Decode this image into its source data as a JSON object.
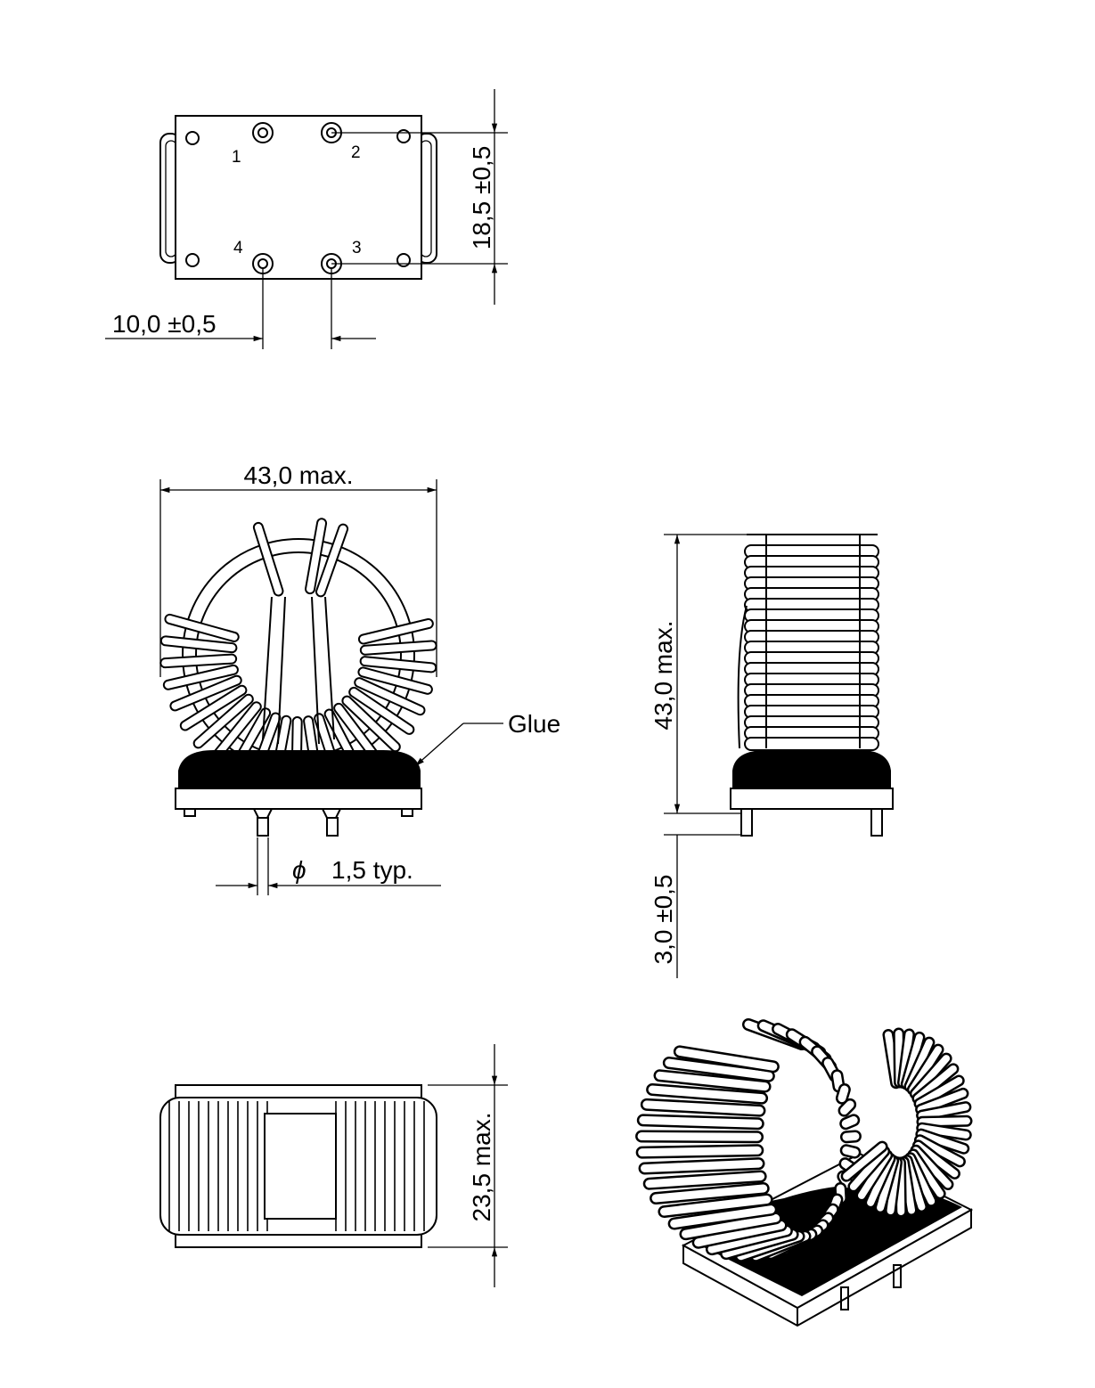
{
  "top_view": {
    "pin_labels": [
      "1",
      "2",
      "3",
      "4"
    ],
    "pitch_dim": "10,0  ±0,5",
    "row_dim": "18,5 ±0,5"
  },
  "front_view": {
    "width_dim": "43,0  max.",
    "glue_label": "Glue",
    "pin_dia_symbol": "ϕ",
    "pin_dia_dim": "1,5  typ."
  },
  "side_view": {
    "height_dim": "43,0  max.",
    "pin_length_dim": "3,0 ±0,5"
  },
  "bottom_view": {
    "depth_dim": "23,5  max."
  },
  "colors": {
    "line": "#000000",
    "background": "#ffffff",
    "glue": "#000000"
  }
}
